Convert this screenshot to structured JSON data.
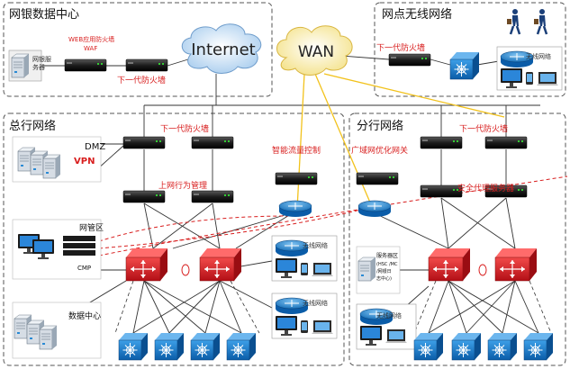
{
  "regions": {
    "datacenter": "网银数据中心",
    "branch_wireless": "网点无线网络",
    "hq": "总行网络",
    "branch": "分行网络"
  },
  "clouds": {
    "internet": "Internet",
    "wan": "WAN"
  },
  "labels": {
    "waf": "WEB应用防火墙",
    "waf_sub": "WAF",
    "ngfw": "下一代防火墙",
    "server_dc": "网银服",
    "server_dc_2": "务器",
    "wireless": "无线网络",
    "dmz": "DMZ",
    "vpn": "VPN",
    "traffic_ctrl": "智能流量控制",
    "behavior_mgmt": "上网行为管理",
    "netmgmt": "网管区",
    "cmp": "CMP",
    "datacenter_hq": "数据中心",
    "wan_opt": "广域网优化网关",
    "proxy": "安全代理服务器",
    "server_area": "服务器区",
    "server_area_2": "(HSC /MC",
    "server_area_3": "/网银日",
    "server_area_4": "志中心)"
  },
  "colors": {
    "red_label": "#d81e1e",
    "cloud_internet": "#cfe3f7",
    "cloud_wan": "#fbf3c4",
    "wan_line": "#f2c21c",
    "switch_red": "#e01b24",
    "switch_blue": "#1879c9"
  }
}
